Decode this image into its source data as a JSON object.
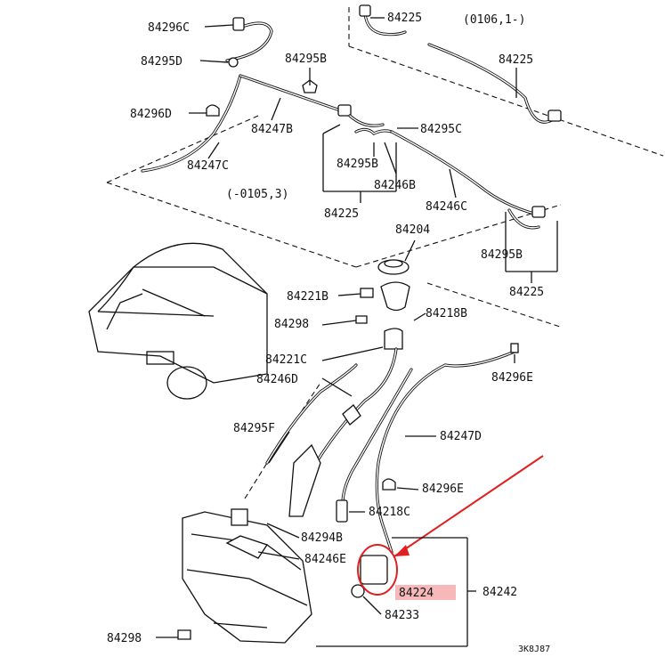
{
  "labels": {
    "p84296C": "84296C",
    "p84295D": "84295D",
    "p84295B_top": "84295B",
    "p84296D": "84296D",
    "p84247B": "84247B",
    "p84247C": "84247C",
    "p84225_top": "84225",
    "p84225_right": "84225",
    "p84295C": "84295C",
    "p84295B_mid": "84295B",
    "p84246B": "84246B",
    "p84225_mid": "84225",
    "p84246C": "84246C",
    "p84204": "84204",
    "p84295B_right": "84295B",
    "p84225_lower": "84225",
    "p84221B": "84221B",
    "p84218B": "84218B",
    "p84298_mid": "84298",
    "p84221C": "84221C",
    "p84246D": "84246D",
    "p84296E_right": "84296E",
    "p84295F": "84295F",
    "p84247D": "84247D",
    "p84296E_lower": "84296E",
    "p84218C": "84218C",
    "p84294B": "84294B",
    "p84246E": "84246E",
    "p84224": "84224",
    "p84242": "84242",
    "p84233": "84233",
    "p84298_bottom": "84298",
    "range_late": "(0106,1-)",
    "range_early": "(-0105,3)",
    "code": "3K8J87"
  },
  "colors": {
    "highlight": "#f6b8b8",
    "callout": "#e02020",
    "ink": "#111111"
  }
}
